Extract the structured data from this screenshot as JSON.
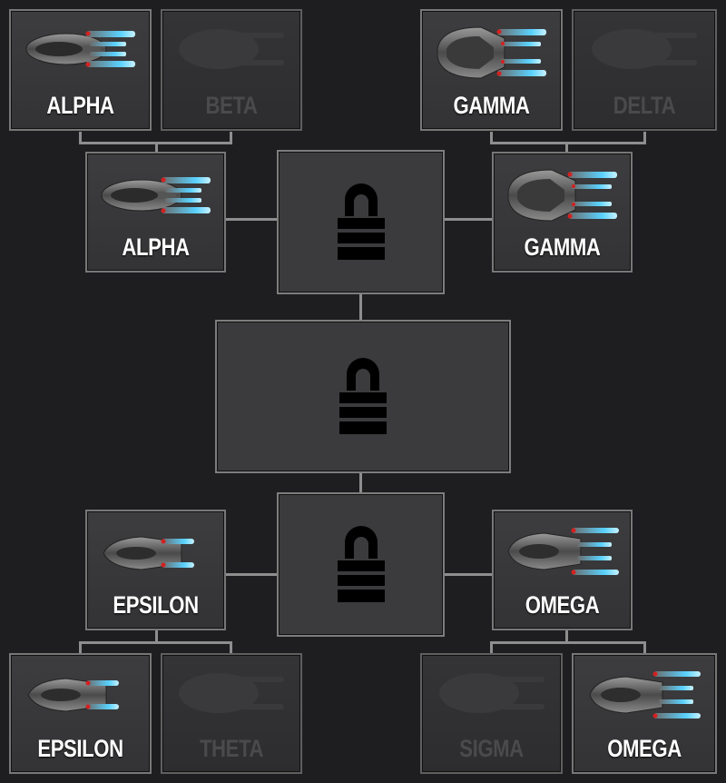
{
  "bracket": {
    "top_left": {
      "left_ship": {
        "label": "ALPHA",
        "state": "unlocked"
      },
      "right_ship": {
        "label": "BETA",
        "state": "disabled"
      },
      "winner": {
        "label": "ALPHA",
        "state": "unlocked"
      }
    },
    "top_right": {
      "left_ship": {
        "label": "GAMMA",
        "state": "unlocked"
      },
      "right_ship": {
        "label": "DELTA",
        "state": "disabled"
      },
      "winner": {
        "label": "GAMMA",
        "state": "unlocked"
      }
    },
    "bottom_left": {
      "winner": {
        "label": "EPSILON",
        "state": "unlocked"
      },
      "left_ship": {
        "label": "EPSILON",
        "state": "unlocked"
      },
      "right_ship": {
        "label": "THETA",
        "state": "disabled"
      }
    },
    "bottom_right": {
      "winner": {
        "label": "OMEGA",
        "state": "unlocked"
      },
      "left_ship": {
        "label": "SIGMA",
        "state": "disabled"
      },
      "right_ship": {
        "label": "OMEGA",
        "state": "unlocked"
      }
    },
    "locks": {
      "top_final": "padlock-icon",
      "center_final": "padlock-icon",
      "bottom_final": "padlock-icon"
    }
  },
  "colors": {
    "background": "#1e1e21",
    "card": "#3a3a3c",
    "card_border": "#777777",
    "connector": "#8e8e8e",
    "label_active": "#ffffff",
    "label_disabled": "#4a4a4c",
    "engine_glow": "#3ec8ff",
    "accent_red": "#d42020"
  }
}
